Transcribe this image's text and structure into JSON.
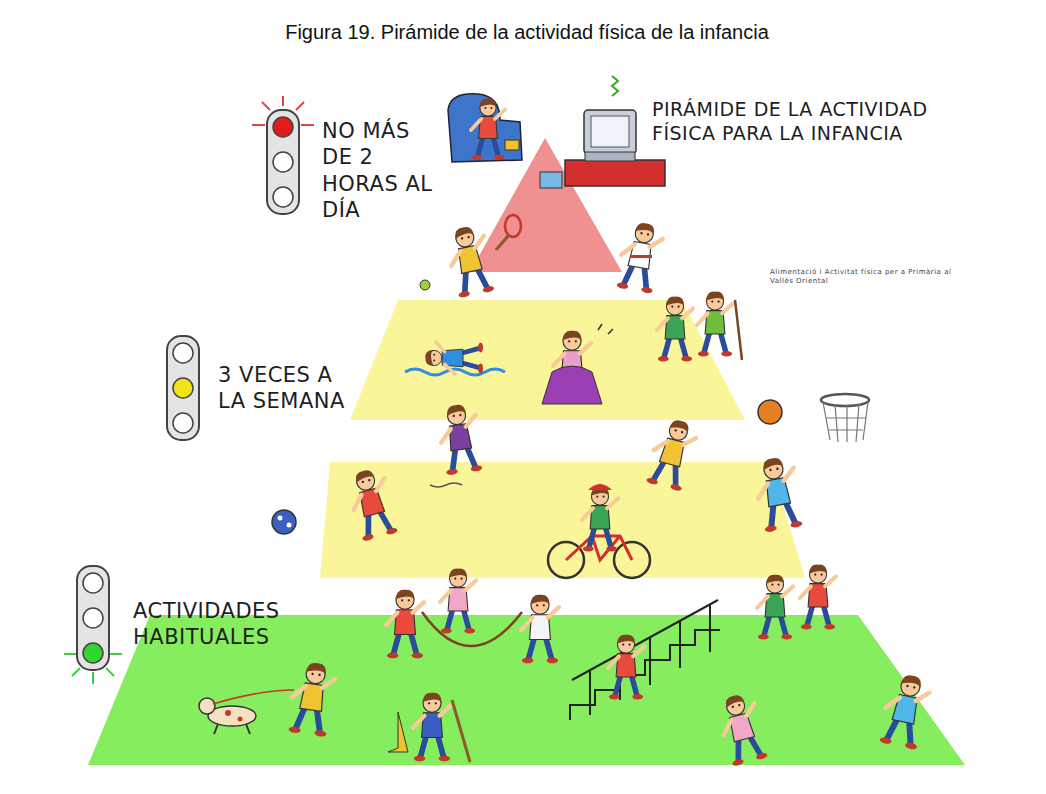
{
  "diagram": {
    "title": "Figura 19. Pirámide de la actividad física de la infancia",
    "labels": [
      "NO MÁS DE 2 HORAS AL DÍA",
      "PIRÁMIDE DE LA ACTIVIDAD FÍSICA PARA LA INFANCIA",
      "Alimentació i Activitat física per a Primària al Vallès Oriental",
      "3 VECES A LA SEMANA",
      "ACTIVIDADES HABITUALES"
    ]
  }
}
